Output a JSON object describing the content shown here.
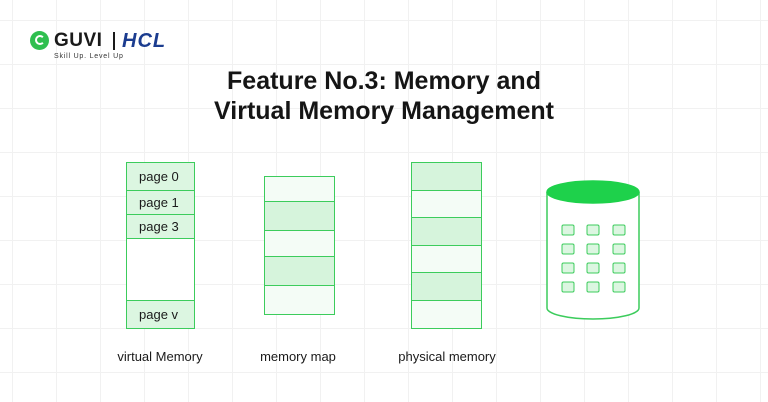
{
  "brand": {
    "guvi": "GUVI",
    "hcl": "HCL",
    "tagline": "Skill Up. Level Up"
  },
  "title": {
    "line1": "Feature No.3: Memory and",
    "line2": "Virtual Memory Management"
  },
  "virtual_memory": {
    "label": "virtual Memory",
    "pages": [
      "page 0",
      "page 1",
      "page 3",
      "page v"
    ]
  },
  "memory_map": {
    "label": "memory map"
  },
  "physical_memory": {
    "label": "physical memory"
  },
  "colors": {
    "accent": "#2fbf4f",
    "border": "#3ccc5c",
    "fill": "#dcf6e1",
    "disk_top": "#1ed14b",
    "hcl_blue": "#1b3c8f"
  }
}
